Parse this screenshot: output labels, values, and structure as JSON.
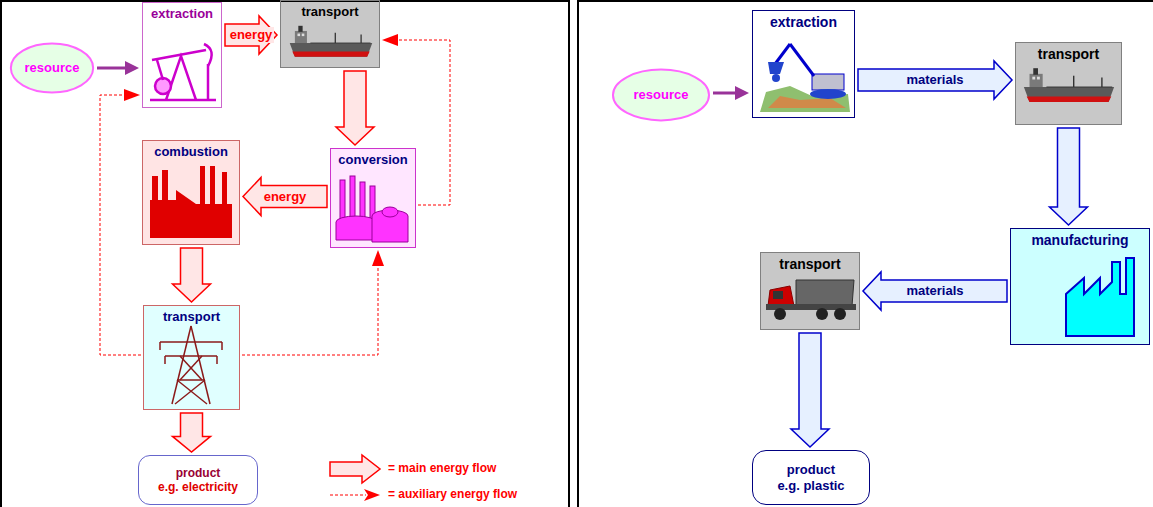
{
  "diagram": {
    "nodes": [
      {
        "text": [
          "resource"
        ]
      },
      {
        "text": [
          "extraction"
        ]
      },
      {
        "text": [
          "transport"
        ]
      },
      {
        "text": [
          "conversion"
        ]
      },
      {
        "text": [
          "combustion"
        ]
      },
      {
        "text": [
          "transport"
        ]
      },
      {
        "text": [
          "product",
          "e.g. electricity"
        ]
      },
      {
        "text": [
          "resource"
        ]
      },
      {
        "text": [
          "extraction"
        ]
      },
      {
        "text": [
          "transport"
        ]
      },
      {
        "text": [
          "manufacturing"
        ]
      },
      {
        "text": [
          "transport"
        ]
      },
      {
        "text": [
          "product",
          "e.g. plastic"
        ]
      }
    ],
    "edges": [
      {
        "from": 0,
        "to": 1,
        "arrow": "to"
      },
      {
        "from": 1,
        "to": 2,
        "label": "energy",
        "arrow": "to"
      },
      {
        "from": 2,
        "to": 3,
        "arrow": "to"
      },
      {
        "from": 3,
        "to": 4,
        "label": "energy",
        "arrow": "to"
      },
      {
        "from": 4,
        "to": 5,
        "arrow": "to"
      },
      {
        "from": 5,
        "to": 6,
        "arrow": "to"
      },
      {
        "from": 5,
        "to": 1,
        "arrow": "to"
      },
      {
        "from": 3,
        "to": 2,
        "arrow": "to"
      },
      {
        "from": 5,
        "to": 3,
        "arrow": "to"
      },
      {
        "from": 7,
        "to": 8,
        "arrow": "to"
      },
      {
        "from": 8,
        "to": 9,
        "label": "materials",
        "arrow": "to"
      },
      {
        "from": 9,
        "to": 10,
        "arrow": "to"
      },
      {
        "from": 10,
        "to": 11,
        "label": "materials",
        "arrow": "to"
      },
      {
        "from": 11,
        "to": 12,
        "arrow": "to"
      }
    ],
    "legend": [
      {
        "text": "= main energy flow"
      },
      {
        "text": "= auxiliary energy flow"
      }
    ]
  }
}
